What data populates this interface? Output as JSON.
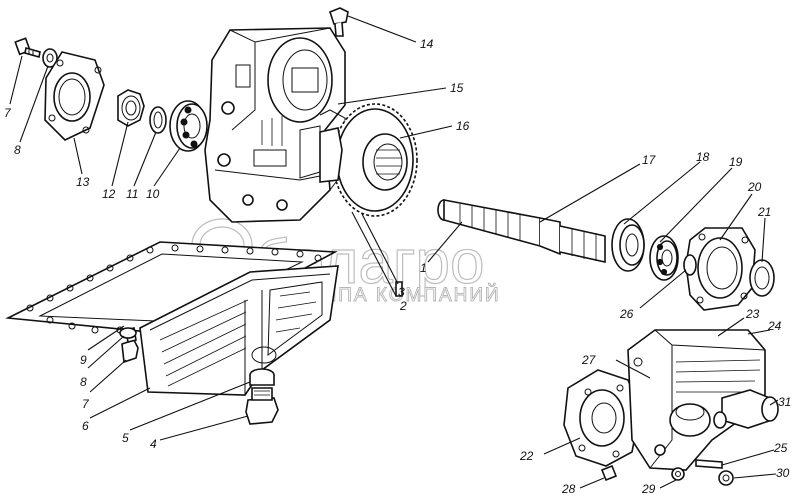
{
  "watermark": {
    "brand": "белагро",
    "tagline": "ГРУППА КОМПАНИЙ"
  },
  "callouts": [
    {
      "id": "c14",
      "text": "14"
    },
    {
      "id": "c15",
      "text": "15"
    },
    {
      "id": "c16",
      "text": "16"
    },
    {
      "id": "c17",
      "text": "17"
    },
    {
      "id": "c18",
      "text": "18"
    },
    {
      "id": "c19",
      "text": "19"
    },
    {
      "id": "c20",
      "text": "20"
    },
    {
      "id": "c21",
      "text": "21"
    },
    {
      "id": "c7a",
      "text": "7"
    },
    {
      "id": "c8a",
      "text": "8"
    },
    {
      "id": "c13",
      "text": "13"
    },
    {
      "id": "c12",
      "text": "12"
    },
    {
      "id": "c11",
      "text": "11"
    },
    {
      "id": "c10",
      "text": "10"
    },
    {
      "id": "c1",
      "text": "1"
    },
    {
      "id": "c3",
      "text": "3"
    },
    {
      "id": "c2",
      "text": "2"
    },
    {
      "id": "c26",
      "text": "26"
    },
    {
      "id": "c9",
      "text": "9"
    },
    {
      "id": "c8b",
      "text": "8"
    },
    {
      "id": "c7b",
      "text": "7"
    },
    {
      "id": "c6",
      "text": "6"
    },
    {
      "id": "c5",
      "text": "5"
    },
    {
      "id": "c4",
      "text": "4"
    },
    {
      "id": "c23",
      "text": "23"
    },
    {
      "id": "c24",
      "text": "24"
    },
    {
      "id": "c27",
      "text": "27"
    },
    {
      "id": "c31",
      "text": "31"
    },
    {
      "id": "c22",
      "text": "22"
    },
    {
      "id": "c25",
      "text": "25"
    },
    {
      "id": "c28",
      "text": "28"
    },
    {
      "id": "c29",
      "text": "29"
    },
    {
      "id": "c30",
      "text": "30"
    }
  ]
}
